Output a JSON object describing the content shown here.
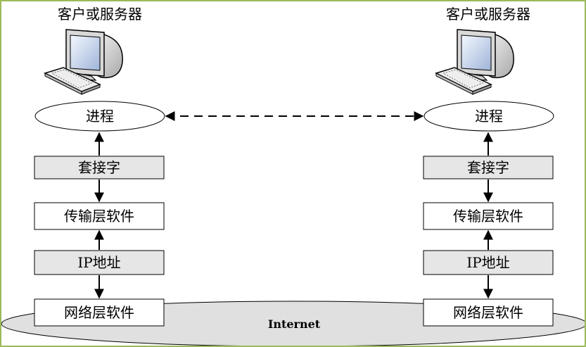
{
  "left_host": {
    "title": "客户或服务器",
    "process": "进程",
    "socket": "套接字",
    "transport": "传输层软件",
    "ip": "IP地址",
    "network": "网络层软件"
  },
  "right_host": {
    "title": "客户或服务器",
    "process": "进程",
    "socket": "套接字",
    "transport": "传输层软件",
    "ip": "IP地址",
    "network": "网络层软件"
  },
  "internet_label": "Internet",
  "colors": {
    "frame": "#9bbb59",
    "shaded_box": "#e6e6e6",
    "cloud": "#e0e0e0"
  }
}
